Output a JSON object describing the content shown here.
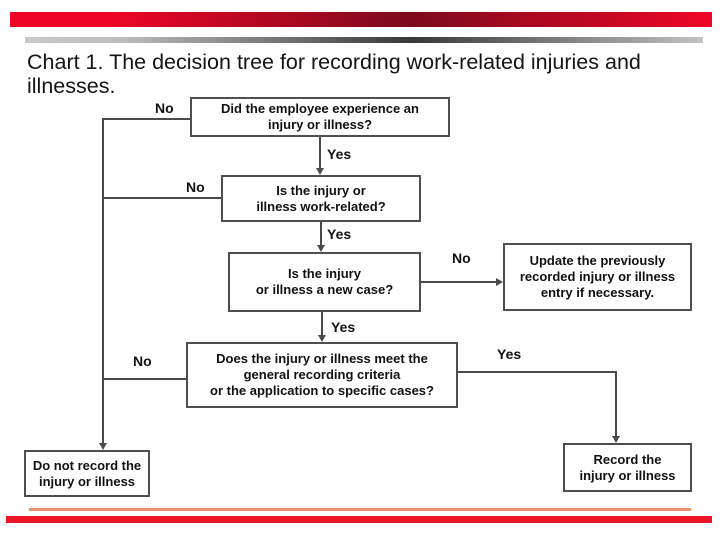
{
  "header": {
    "title": "Chart 1. The decision tree for recording work-related injuries and\nillnesses."
  },
  "colors": {
    "bar_red_bright": "#ee0627",
    "bar_red_dark": "#7c0a1c",
    "bar_gray_light": "#cacaca",
    "bar_gray_dark": "#383838",
    "footer_orange": "#e8946c",
    "footer_red": "#ed1528",
    "line_gray": "#4a4a4a",
    "node_border": "#4f4f4f",
    "text_black": "#111111"
  },
  "flowchart": {
    "nodes": {
      "q_experience": {
        "text": "Did the employee experience an\ninjury or illness?"
      },
      "q_work_related": {
        "text": "Is the injury or\nillness work-related?"
      },
      "q_new_case": {
        "text": "Is the injury\nor illness a new case?"
      },
      "update_entry": {
        "text": "Update the previously\nrecorded injury or illness\nentry if necessary."
      },
      "q_criteria": {
        "text": "Does the injury or illness meet the\ngeneral recording criteria\nor the application to specific cases?"
      },
      "do_not_record": {
        "text": "Do not record the\ninjury or illness"
      },
      "record": {
        "text": "Record the\ninjury or illness"
      }
    },
    "edge_labels": {
      "no_experience": "No",
      "yes_experience": "Yes",
      "no_work_related": "No",
      "yes_work_related": "Yes",
      "no_new_case": "No",
      "yes_new_case": "Yes",
      "no_criteria": "No",
      "yes_criteria": "Yes"
    }
  }
}
